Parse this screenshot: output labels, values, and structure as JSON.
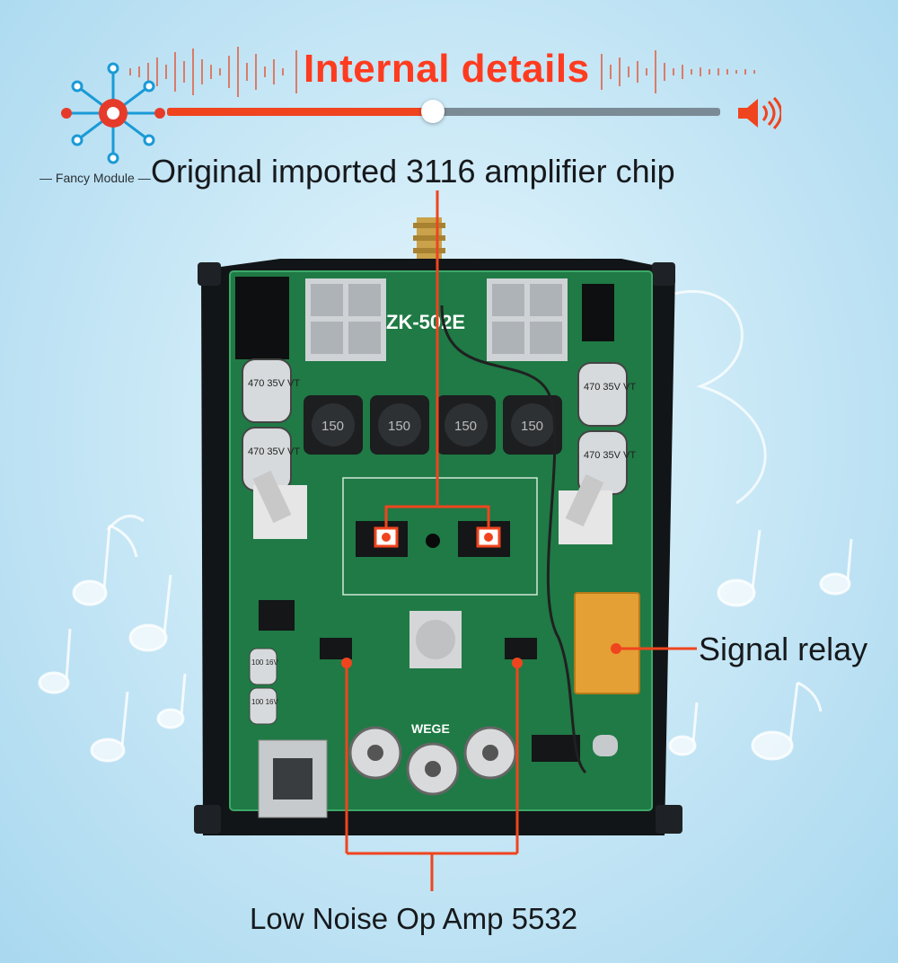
{
  "header": {
    "title": "Internal details",
    "progress": 0.48,
    "volume_icon": "speaker-volume-icon"
  },
  "logo": {
    "icon": "circuit-node-logo-icon",
    "text": "— Fancy Module —"
  },
  "board": {
    "model_label": "ZK-502E",
    "brand_label": "WEGE",
    "inductor_mark": "150",
    "capacitor_mark": "470 35V VT",
    "small_cap_mark": "100 16V"
  },
  "annotations": {
    "chip": "Original imported 3116 amplifier chip",
    "relay": "Signal relay",
    "opamp": "Low Noise Op Amp 5532"
  },
  "colors": {
    "accent": "#f0441e",
    "title": "#ff3b1f",
    "pcb": "#1f7a45",
    "enclosure": "#111416",
    "background": "#cdeaf7"
  }
}
